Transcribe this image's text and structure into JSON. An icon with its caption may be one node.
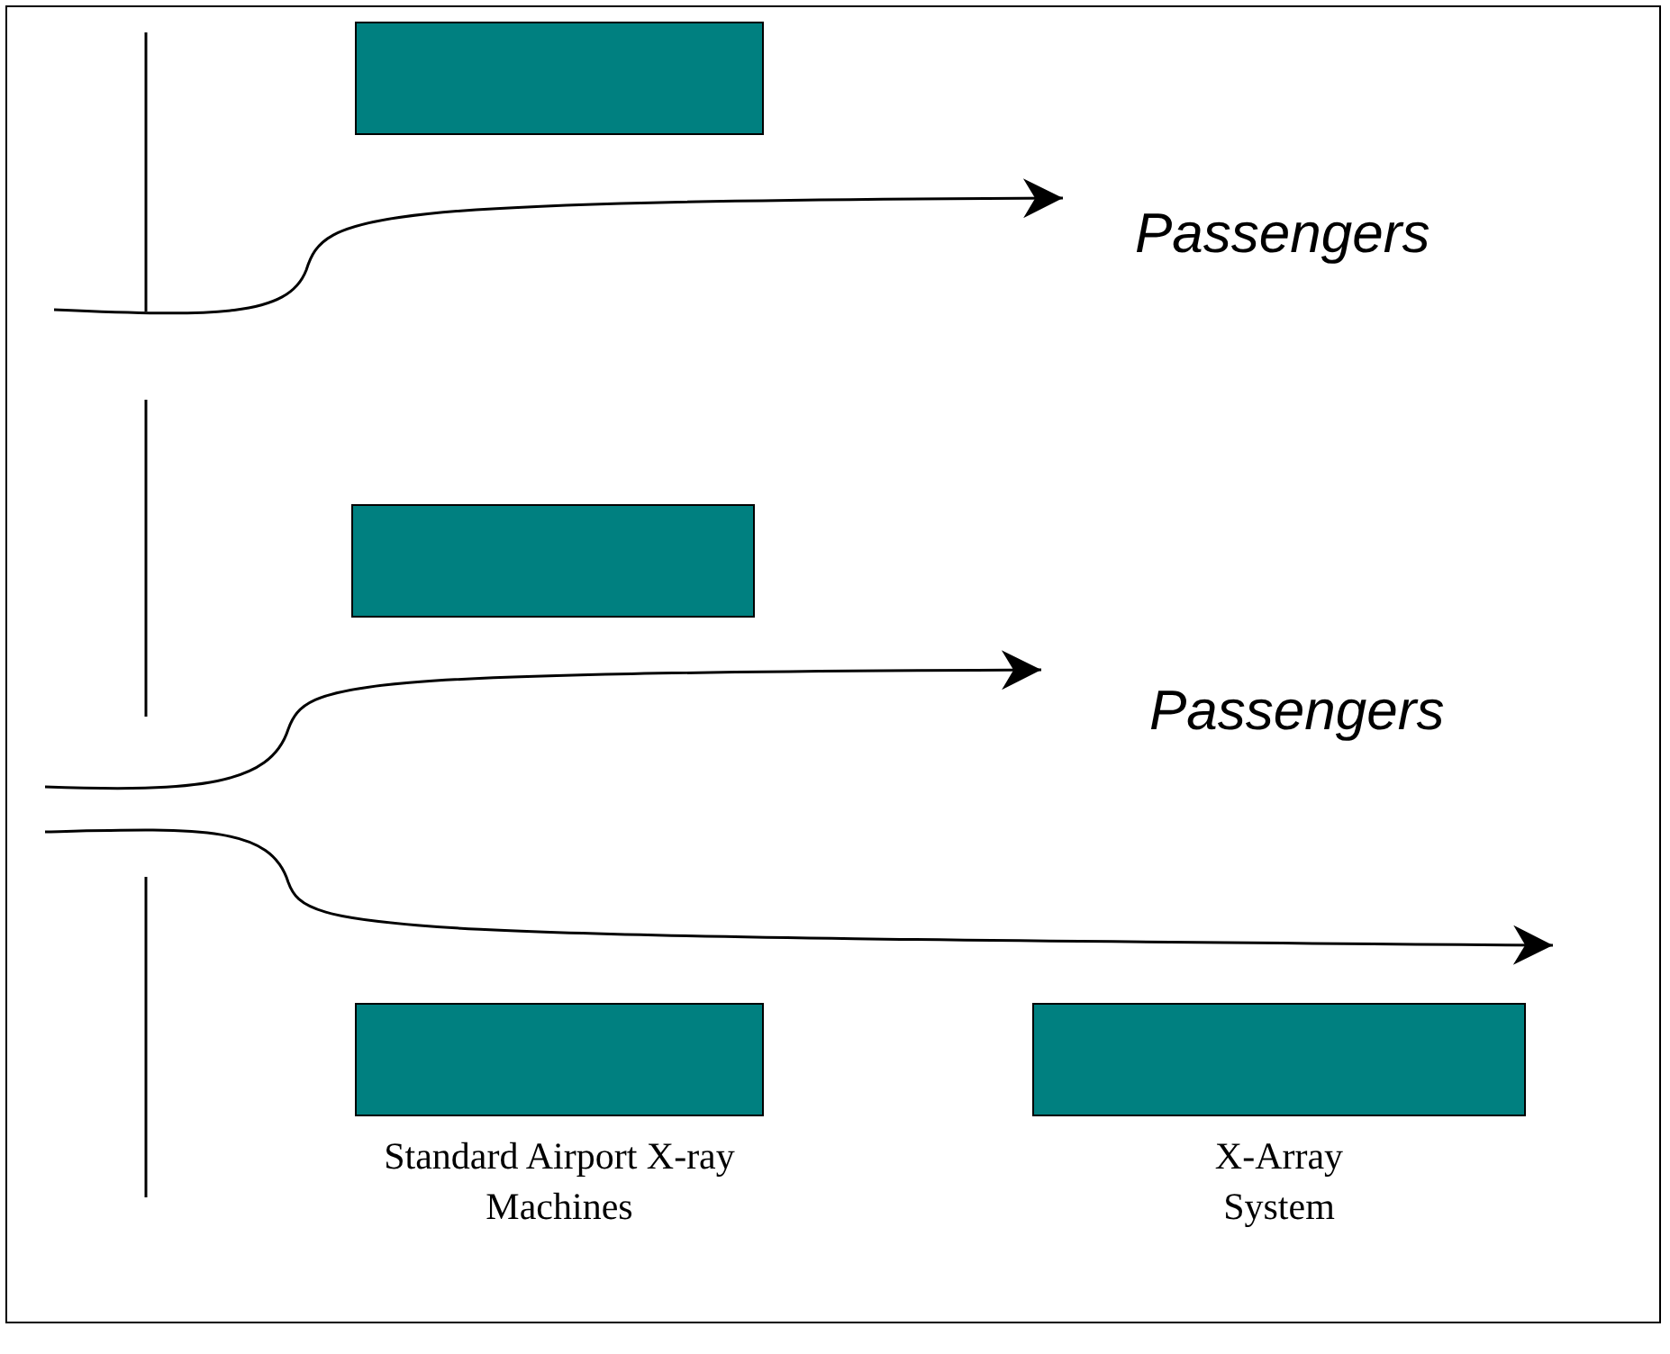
{
  "diagram": {
    "nodes": [
      {
        "text": [],
        "shape": "box"
      },
      {
        "text": [],
        "shape": "box"
      },
      {
        "text": [],
        "shape": "box",
        "beside": [
          "Standard Airport X-ray Machines"
        ]
      },
      {
        "text": [],
        "shape": "box",
        "beside": [
          "X-Array System"
        ]
      }
    ],
    "labels": [
      "Passengers",
      "Passengers"
    ]
  }
}
